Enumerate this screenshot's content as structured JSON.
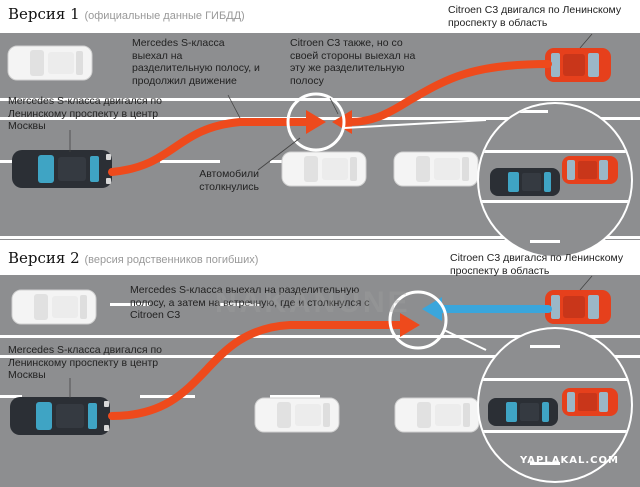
{
  "version1": {
    "title": "Версия 1",
    "subtitle": "(официальные данные ГИБДД)",
    "mercedes_route": "Mercedes S-класса  двигался по Ленинскому проспекту в центр Москвы",
    "mercedes_action": "Mercedes S-класса выехал на разделительную полосу, и продолжил движение",
    "citroen_route": "Citroen C3 двигался по Ленинскому проспекту в область",
    "citroen_action": "Citroen C3 также, но со своей стороны выехал на эту же разделительную полосу",
    "collision": "Автомобили столкнулись"
  },
  "version2": {
    "title": "Версия 2",
    "subtitle": "(версия родственников погибших)",
    "mercedes_route": "Mercedes S-класса  двигался по Ленинскому проспекту в центр Москвы",
    "mercedes_action": "Mercedes S-класса выехал на разделительную полосу, а затем на встречную, где и столкнулся с Citroen C3",
    "citroen_route": "Citroen C3 двигался по Ленинскому проспекту в область"
  },
  "watermark": "NAKANUNE",
  "credit": "YAPLAKAL.COM",
  "colors": {
    "road": "#8d8e90",
    "lane_marking": "#ffffff",
    "mercedes_body": "#2b2f35",
    "mercedes_glass": "#3fa4c4",
    "citroen_body": "#e6401c",
    "citroen_glass": "#9bb7c7",
    "mercedes_path": "#ee4a1c",
    "citroen_path_v2": "#3aa6dc"
  }
}
